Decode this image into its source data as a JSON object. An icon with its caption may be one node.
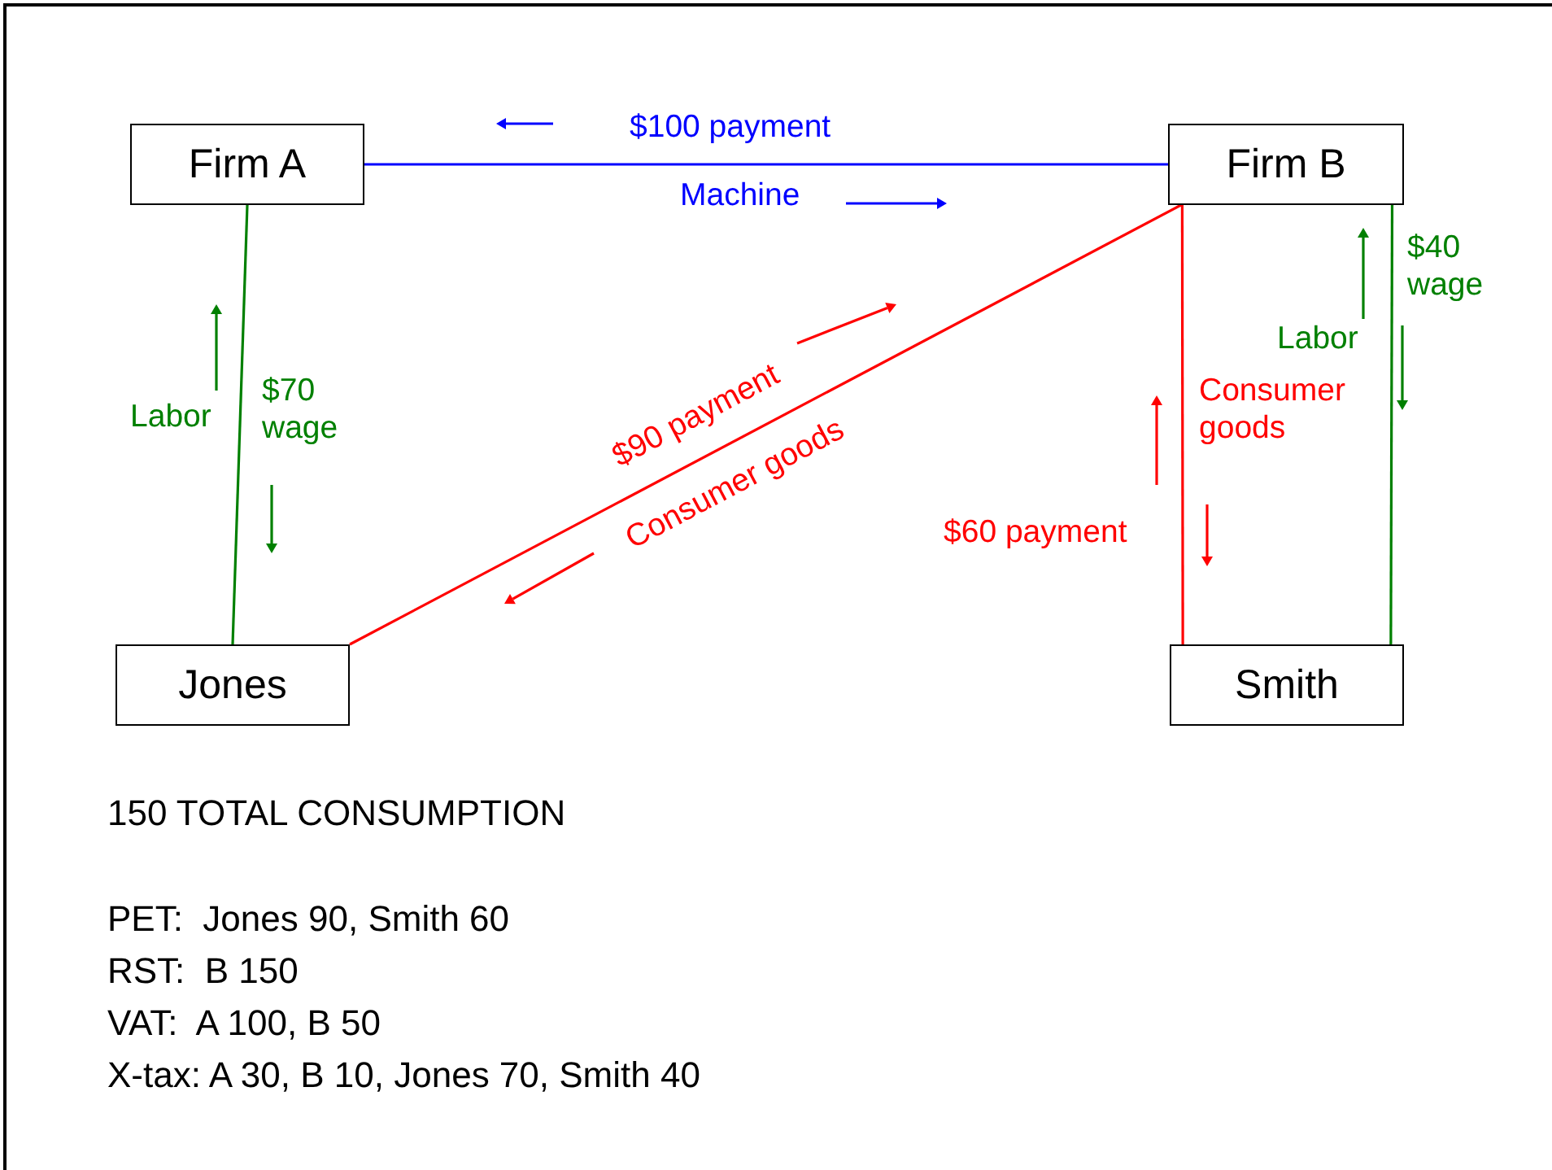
{
  "diagram": {
    "nodes": [
      {
        "text": [
          "Firm A"
        ]
      },
      {
        "text": [
          "Firm B"
        ]
      },
      {
        "text": [
          "Jones"
        ]
      },
      {
        "text": [
          "Smith"
        ]
      }
    ],
    "edges": [
      {
        "from": 0,
        "to": 1,
        "arrow": "none",
        "color": "#0000ff"
      },
      {
        "from": 0,
        "to": 2,
        "arrow": "none",
        "color": "#008000"
      },
      {
        "from": 2,
        "to": 1,
        "arrow": "none",
        "color": "#ff0000"
      },
      {
        "from": 1,
        "to": 3,
        "arrow": "none",
        "color": "#ff0000"
      },
      {
        "from": 1,
        "to": 3,
        "arrow": "none",
        "color": "#008000"
      }
    ],
    "labels": [
      "$100 payment",
      "Machine",
      "$40 wage",
      "Labor",
      "Labor",
      "$70 wage",
      "Consumer goods",
      "$90 payment",
      "Consumer goods",
      "$60 payment",
      "150 TOTAL CONSUMPTION",
      "PET:  Jones 90, Smith 60",
      "RST:  B 150",
      "VAT:  A 100, B 50",
      "X-tax: A 30, B 10, Jones 70, Smith 40"
    ]
  }
}
